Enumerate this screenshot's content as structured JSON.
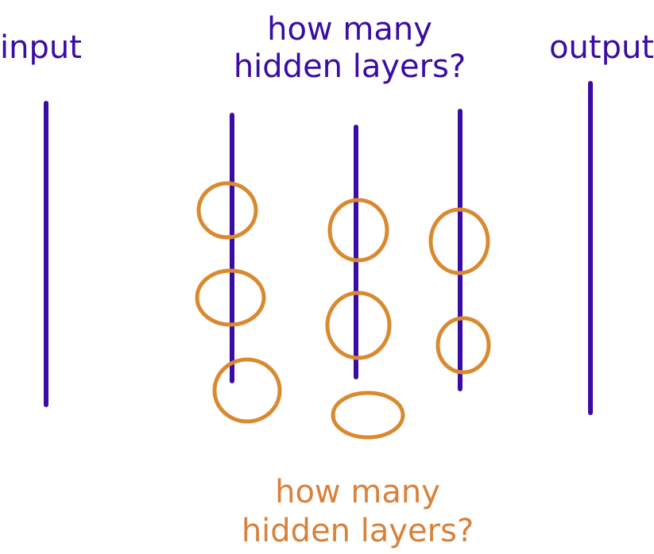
{
  "labels": {
    "input": "input",
    "output": "output",
    "top_question": {
      "line1": "how many",
      "line2": "hidden layers?"
    },
    "bottom_question": {
      "line1": "how many",
      "line2": "hidden layers?"
    }
  },
  "colors": {
    "layer_line": "#3a0ca3",
    "node_ring": "#d9892f",
    "top_text": "#3a0ca3",
    "bottom_text": "#d9813a",
    "background": "#ffffff"
  }
}
